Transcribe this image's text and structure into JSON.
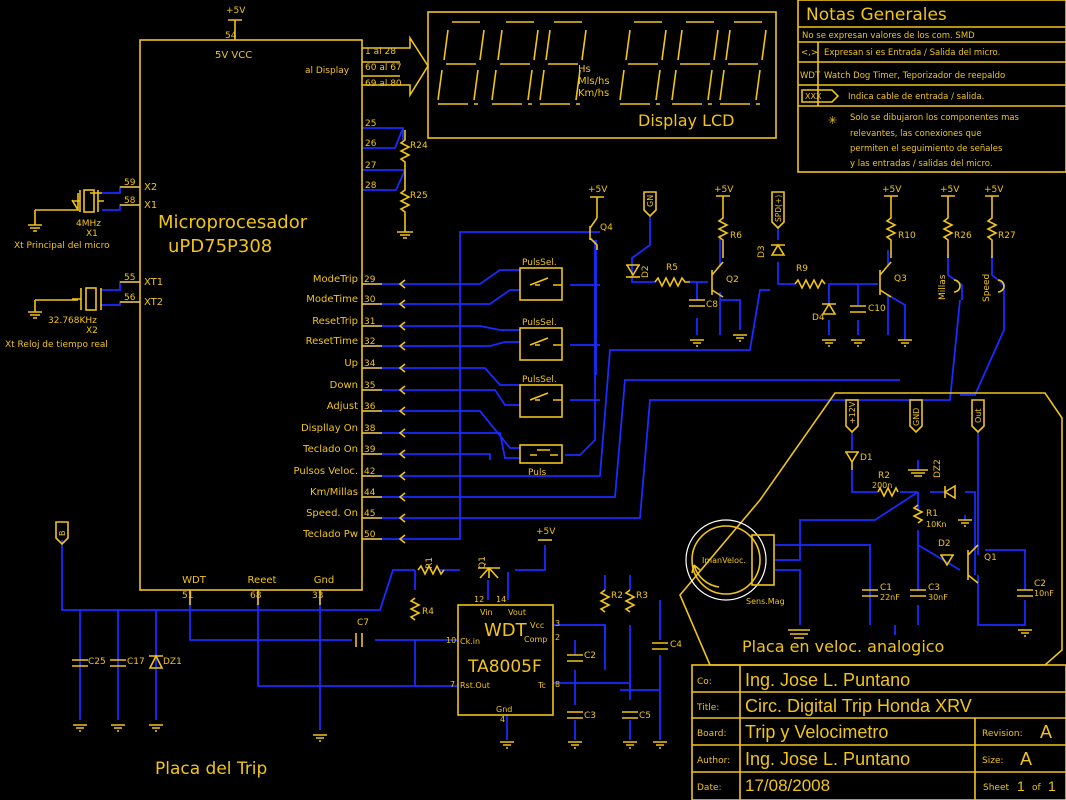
{
  "colors": {
    "wire": "#1a2bff",
    "component": "#f0c419",
    "background": "#000000"
  },
  "micro": {
    "name": "Microprocesador",
    "part": "uPD75P308",
    "vcc_label": "5V VCC",
    "vcc_pin": "54",
    "right_pins": [
      {
        "num": "29",
        "label": "ModeTrip"
      },
      {
        "num": "30",
        "label": "ModeTime"
      },
      {
        "num": "31",
        "label": "ResetTrip"
      },
      {
        "num": "32",
        "label": "ResetTime"
      },
      {
        "num": "34",
        "label": "Up"
      },
      {
        "num": "35",
        "label": "Down"
      },
      {
        "num": "36",
        "label": "Adjust"
      },
      {
        "num": "38",
        "label": "Displlay On"
      },
      {
        "num": "39",
        "label": "Teclado On"
      },
      {
        "num": "42",
        "label": "Pulsos Veloc."
      },
      {
        "num": "44",
        "label": "Km/Millas"
      },
      {
        "num": "45",
        "label": "Speed. On"
      },
      {
        "num": "50",
        "label": "Teclado Pw"
      }
    ],
    "left_pins": [
      {
        "num": "59",
        "label": "X2"
      },
      {
        "num": "58",
        "label": "X1"
      },
      {
        "num": "55",
        "label": "XT1"
      },
      {
        "num": "56",
        "label": "XT2"
      }
    ],
    "bottom_pins": [
      {
        "num": "51",
        "label": "WDT"
      },
      {
        "num": "68",
        "label": "Reeet"
      },
      {
        "num": "33",
        "label": "Gnd"
      }
    ],
    "display_pins": [
      "1 al 28",
      "60 al 67",
      "69 al 80"
    ],
    "display_label": "al Display",
    "r_pins": [
      "25",
      "26",
      "27",
      "28"
    ]
  },
  "crystals": [
    {
      "freq": "4MHz",
      "ref": "X1",
      "desc": "Xt Principal del micro"
    },
    {
      "freq": "32.768KHz",
      "ref": "X2",
      "desc": "Xt Reloj de tiempo real"
    }
  ],
  "display": {
    "label": "Display LCD",
    "units": [
      "Hs",
      "Mls/hs",
      "Km/hs"
    ]
  },
  "notes": {
    "title": "Notas Generales",
    "smd": "No se expresan valores de los com. SMD",
    "rows": [
      {
        "key": "<,>",
        "text": "Expresan si es Entrada / Salida del micro."
      },
      {
        "key": "WDT",
        "text": "Watch Dog Timer, Teporizador de reepaldo"
      },
      {
        "key": "XXX",
        "text": "Indica cable de entrada / salida."
      }
    ],
    "star_lines": [
      "Solo se dibujaron los componentes mas",
      "relevantes, las conexiones que",
      "permiten el seguimiento de señales",
      "y las entradas / salidas del micro."
    ]
  },
  "labels": {
    "vcc": "+5V",
    "gnd_conn": "GN",
    "spd_conn": "SPD(+)",
    "b_conn": "B",
    "pulsel": "PulsSel.",
    "puls": "Puls",
    "q4": "Q4",
    "q2": "Q2",
    "q3": "Q3",
    "q1": "Q1",
    "d2": "D2",
    "d3": "D3",
    "d4": "D4",
    "r5": "R5",
    "r6": "R6",
    "r9": "R9",
    "r10": "R10",
    "r26": "R26",
    "r27": "R27",
    "c8": "C8",
    "c10": "C10",
    "r24": "R24",
    "r25": "R25",
    "millas": "Millas",
    "speed": "Speed",
    "r1": "R1",
    "r4": "R4",
    "r2": "R2",
    "r3": "R3",
    "c7": "C7",
    "c4": "C4",
    "c2": "C2",
    "c3": "C3",
    "c5": "C5",
    "c25": "C25",
    "c17": "C17",
    "dz1": "DZ1",
    "placa_trip": "Placa del Trip"
  },
  "wdt": {
    "title": "WDT",
    "part": "TA8005F",
    "vin": "Vin",
    "vout": "Vout",
    "vcc": "Vcc",
    "comp": "Comp",
    "ckin": "Ck.in",
    "rstout": "Rst.Out",
    "tc": "Tc",
    "gnd": "Gnd",
    "pins": {
      "vin": "12",
      "vout": "14",
      "vcc": "3",
      "comp": "2",
      "ckin": "10",
      "rstout": "7",
      "tc": "8",
      "gnd": "4"
    }
  },
  "veloc": {
    "title": "Placa en veloc. analogico",
    "connectors": [
      "+12V",
      "GND",
      "Out"
    ],
    "iman": "ImanVeloc.",
    "sens": "Sens.Mag",
    "parts": {
      "d1": "D1",
      "r2": "R2",
      "r2v": "200n",
      "dz2": "DZ2",
      "r1": "R1",
      "r1v": "10Kn",
      "d2": "D2",
      "q1": "Q1",
      "c1": "C1",
      "c1v": "22nF",
      "c3": "C3",
      "c3v": "30nF",
      "c2": "C2",
      "c2v": "10nF"
    }
  },
  "title_block": {
    "co_k": "Co:",
    "co": "Ing. Jose L. Puntano",
    "title_k": "Title:",
    "title": "Circ. Digital Trip Honda XRV",
    "board_k": "Board:",
    "board": "Trip y Velocimetro",
    "rev_k": "Revision:",
    "rev": "A",
    "author_k": "Author:",
    "author": "Ing. Jose L. Puntano",
    "size_k": "Size:",
    "size": "A",
    "date_k": "Date:",
    "date": "17/08/2008",
    "sheet_k": "Sheet",
    "sheet": "1",
    "of_k": "of",
    "of": "1"
  }
}
